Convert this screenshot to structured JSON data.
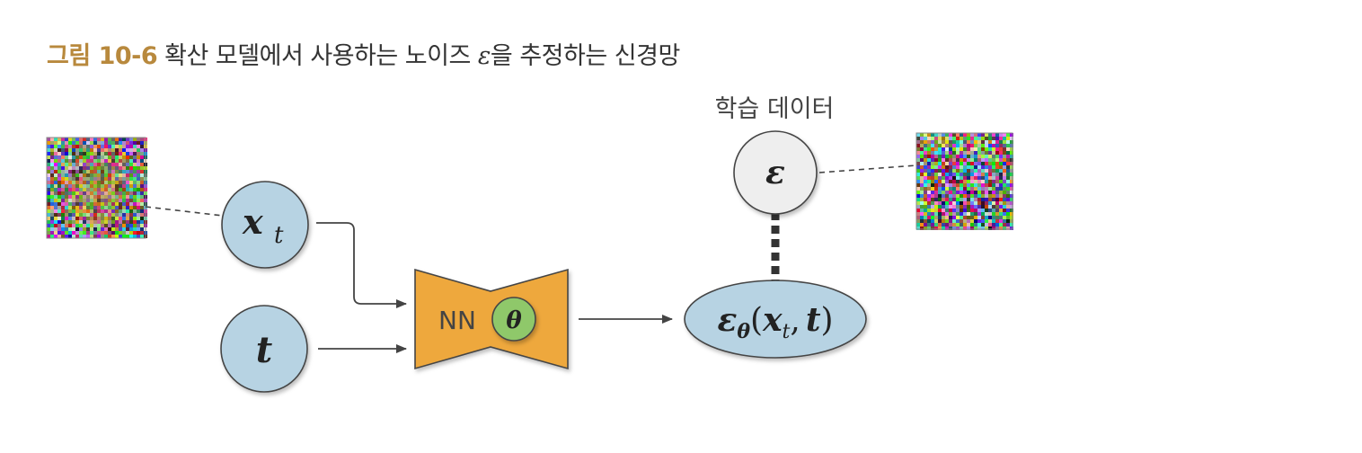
{
  "caption": {
    "figure_label": "그림 10-6",
    "text_before": "확산 모델에서 사용하는 노이즈 ",
    "epsilon": "ε",
    "text_after": "을 추정하는 신경망"
  },
  "diagram": {
    "training_data_label": "학습 데이터",
    "nodes": {
      "x_t": {
        "main": "x",
        "sub": "t"
      },
      "t": {
        "main": "t"
      },
      "epsilon": {
        "main": "ε"
      },
      "network": {
        "label": "NN",
        "param": "θ"
      },
      "output": {
        "eps": "ε",
        "theta": "θ",
        "open_paren": "(",
        "x": "x",
        "x_sub": "t",
        "comma": ",",
        "t": "t",
        "close_paren": ")"
      }
    },
    "colors": {
      "accent": "#b8893d",
      "node_blue": "#b7d3e3",
      "node_gray": "#eeeeee",
      "network_orange": "#eea83c",
      "param_green": "#8fc86a",
      "stroke": "#444444"
    }
  }
}
